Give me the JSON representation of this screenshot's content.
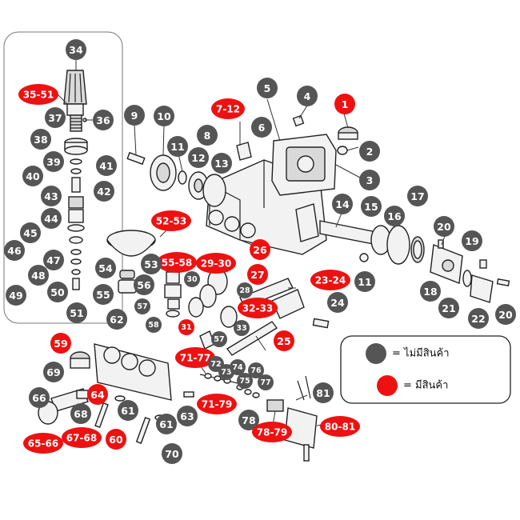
{
  "colors": {
    "unavailable": "#555555",
    "available": "#ee1111"
  },
  "labels": [
    {
      "t": "34",
      "s": "u"
    },
    {
      "t": "35-51",
      "s": "a"
    },
    {
      "t": "36",
      "s": "u"
    },
    {
      "t": "37",
      "s": "u"
    },
    {
      "t": "38",
      "s": "u"
    },
    {
      "t": "39",
      "s": "u"
    },
    {
      "t": "40",
      "s": "u"
    },
    {
      "t": "41",
      "s": "u"
    },
    {
      "t": "42",
      "s": "u"
    },
    {
      "t": "43",
      "s": "u"
    },
    {
      "t": "44",
      "s": "u"
    },
    {
      "t": "45",
      "s": "u"
    },
    {
      "t": "46",
      "s": "u"
    },
    {
      "t": "47",
      "s": "u"
    },
    {
      "t": "48",
      "s": "u"
    },
    {
      "t": "49",
      "s": "u"
    },
    {
      "t": "50",
      "s": "u"
    },
    {
      "t": "51",
      "s": "u"
    },
    {
      "t": "9",
      "s": "u"
    },
    {
      "t": "10",
      "s": "u"
    },
    {
      "t": "11",
      "s": "u"
    },
    {
      "t": "12",
      "s": "u"
    },
    {
      "t": "13",
      "s": "u"
    },
    {
      "t": "8",
      "s": "u"
    },
    {
      "t": "7-12",
      "s": "a"
    },
    {
      "t": "5",
      "s": "u"
    },
    {
      "t": "4",
      "s": "u"
    },
    {
      "t": "1",
      "s": "a"
    },
    {
      "t": "6",
      "s": "u"
    },
    {
      "t": "2",
      "s": "u"
    },
    {
      "t": "3",
      "s": "u"
    },
    {
      "t": "14",
      "s": "u"
    },
    {
      "t": "15",
      "s": "u"
    },
    {
      "t": "16",
      "s": "u"
    },
    {
      "t": "17",
      "s": "u"
    },
    {
      "t": "11",
      "s": "u"
    },
    {
      "t": "20",
      "s": "u"
    },
    {
      "t": "19",
      "s": "u"
    },
    {
      "t": "18",
      "s": "u"
    },
    {
      "t": "21",
      "s": "u"
    },
    {
      "t": "22",
      "s": "u"
    },
    {
      "t": "20",
      "s": "u"
    },
    {
      "t": "52-53",
      "s": "a"
    },
    {
      "t": "26",
      "s": "a"
    },
    {
      "t": "29-30",
      "s": "a"
    },
    {
      "t": "55-58",
      "s": "a"
    },
    {
      "t": "54",
      "s": "u"
    },
    {
      "t": "53",
      "s": "u"
    },
    {
      "t": "30",
      "s": "u"
    },
    {
      "t": "27",
      "s": "a"
    },
    {
      "t": "28",
      "s": "u"
    },
    {
      "t": "23-24",
      "s": "a"
    },
    {
      "t": "55",
      "s": "u"
    },
    {
      "t": "56",
      "s": "u"
    },
    {
      "t": "57",
      "s": "u"
    },
    {
      "t": "58",
      "s": "u"
    },
    {
      "t": "31",
      "s": "a"
    },
    {
      "t": "32-33",
      "s": "a"
    },
    {
      "t": "33",
      "s": "u"
    },
    {
      "t": "24",
      "s": "u"
    },
    {
      "t": "62",
      "s": "u"
    },
    {
      "t": "57",
      "s": "u"
    },
    {
      "t": "25",
      "s": "a"
    },
    {
      "t": "59",
      "s": "a"
    },
    {
      "t": "71-77",
      "s": "a"
    },
    {
      "t": "72",
      "s": "u"
    },
    {
      "t": "73",
      "s": "u"
    },
    {
      "t": "74",
      "s": "u"
    },
    {
      "t": "76",
      "s": "u"
    },
    {
      "t": "75",
      "s": "u"
    },
    {
      "t": "77",
      "s": "u"
    },
    {
      "t": "69",
      "s": "u"
    },
    {
      "t": "64",
      "s": "a"
    },
    {
      "t": "66",
      "s": "u"
    },
    {
      "t": "71-79",
      "s": "a"
    },
    {
      "t": "81",
      "s": "u"
    },
    {
      "t": "61",
      "s": "u"
    },
    {
      "t": "68",
      "s": "u"
    },
    {
      "t": "63",
      "s": "u"
    },
    {
      "t": "78",
      "s": "u"
    },
    {
      "t": "61",
      "s": "u"
    },
    {
      "t": "67-68",
      "s": "a"
    },
    {
      "t": "80-81",
      "s": "a"
    },
    {
      "t": "78-79",
      "s": "a"
    },
    {
      "t": "60",
      "s": "a"
    },
    {
      "t": "65-66",
      "s": "a"
    },
    {
      "t": "70",
      "s": "u"
    }
  ],
  "legend": {
    "unavailable_text": "= ไม่มีสินค้า",
    "available_text": "= มีสินค้า"
  }
}
